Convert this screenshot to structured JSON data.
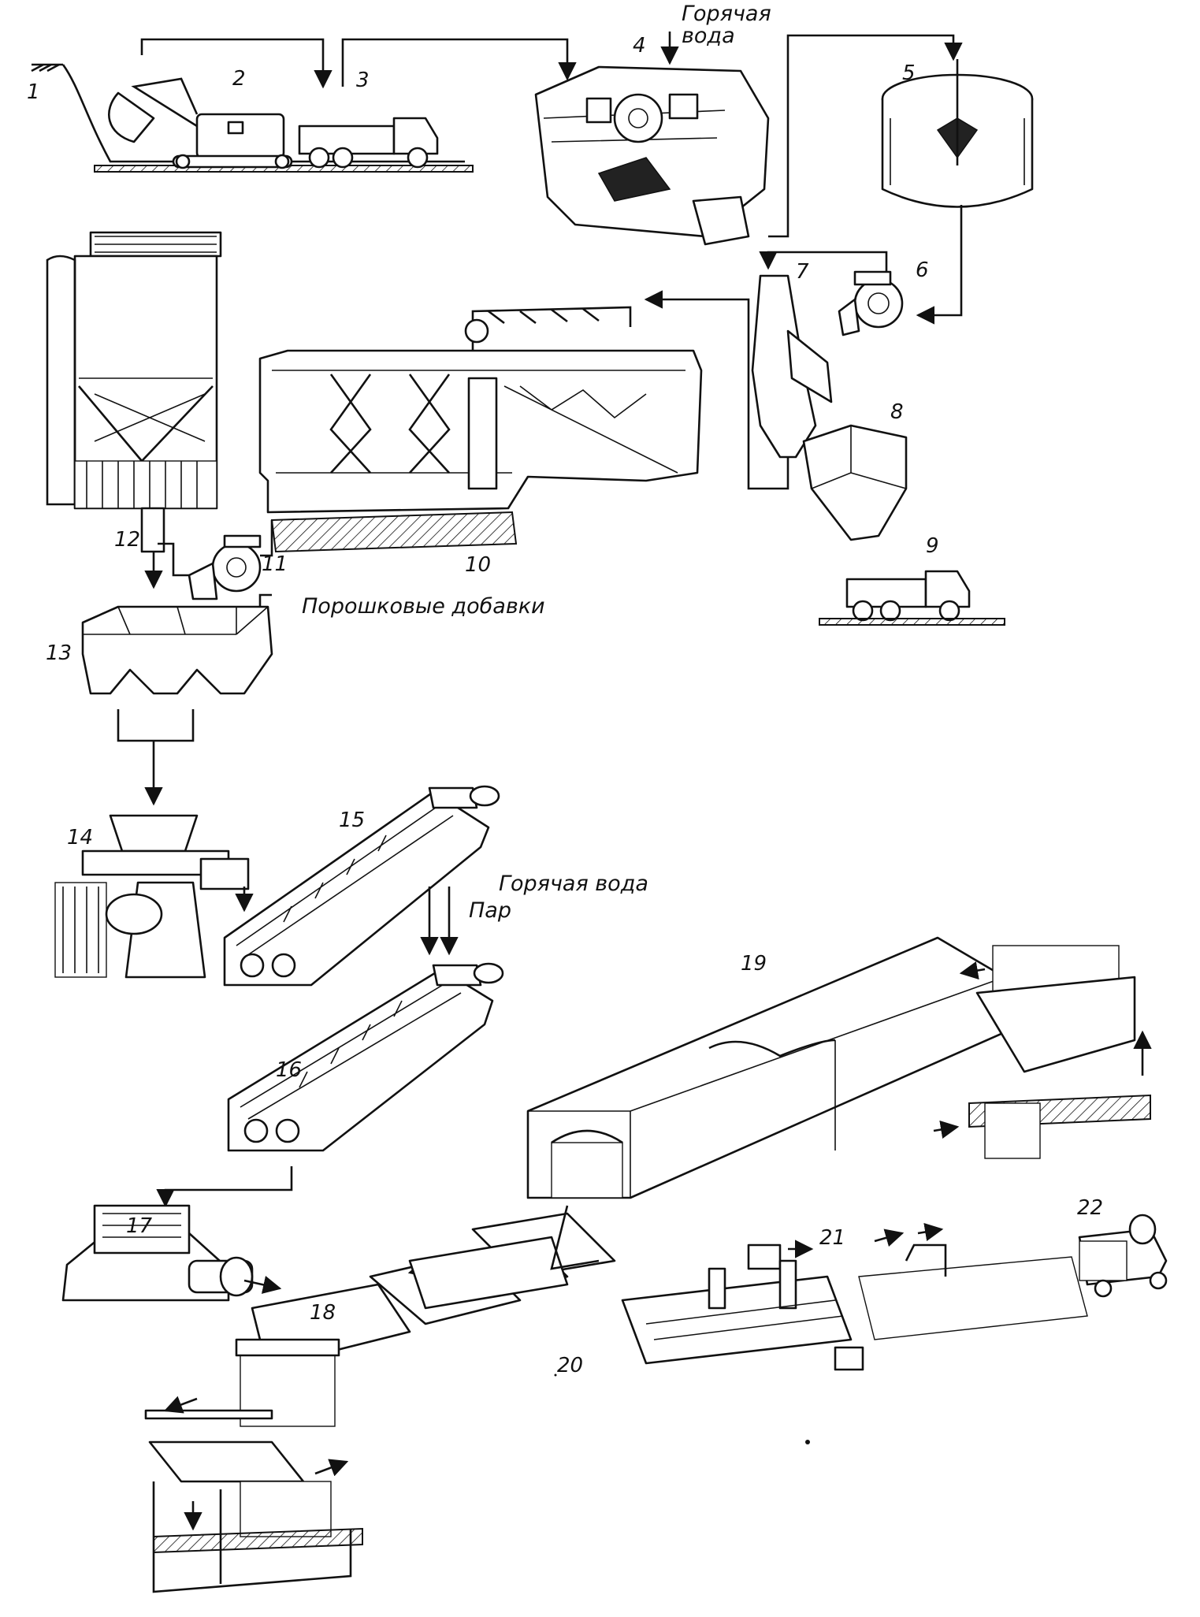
{
  "labels": {
    "n1": "1",
    "n2": "2",
    "n3": "3",
    "n4": "4",
    "n5": "5",
    "n6": "6",
    "n7": "7",
    "n8": "8",
    "n9": "9",
    "n10": "10",
    "n11": "11",
    "n12": "12",
    "n13": "13",
    "n14": "14",
    "n15": "15",
    "n16": "16",
    "n17": "17",
    "n18": "18",
    "n19": "19",
    "n20": "20",
    "n21": "21",
    "n22": "22"
  },
  "notes": {
    "hot_water_top_line1": "Горячая",
    "hot_water_top_line2": "вода",
    "powder_additives": "Порошковые добавки",
    "hot_water": "Горячая вода",
    "steam": "Пар"
  }
}
